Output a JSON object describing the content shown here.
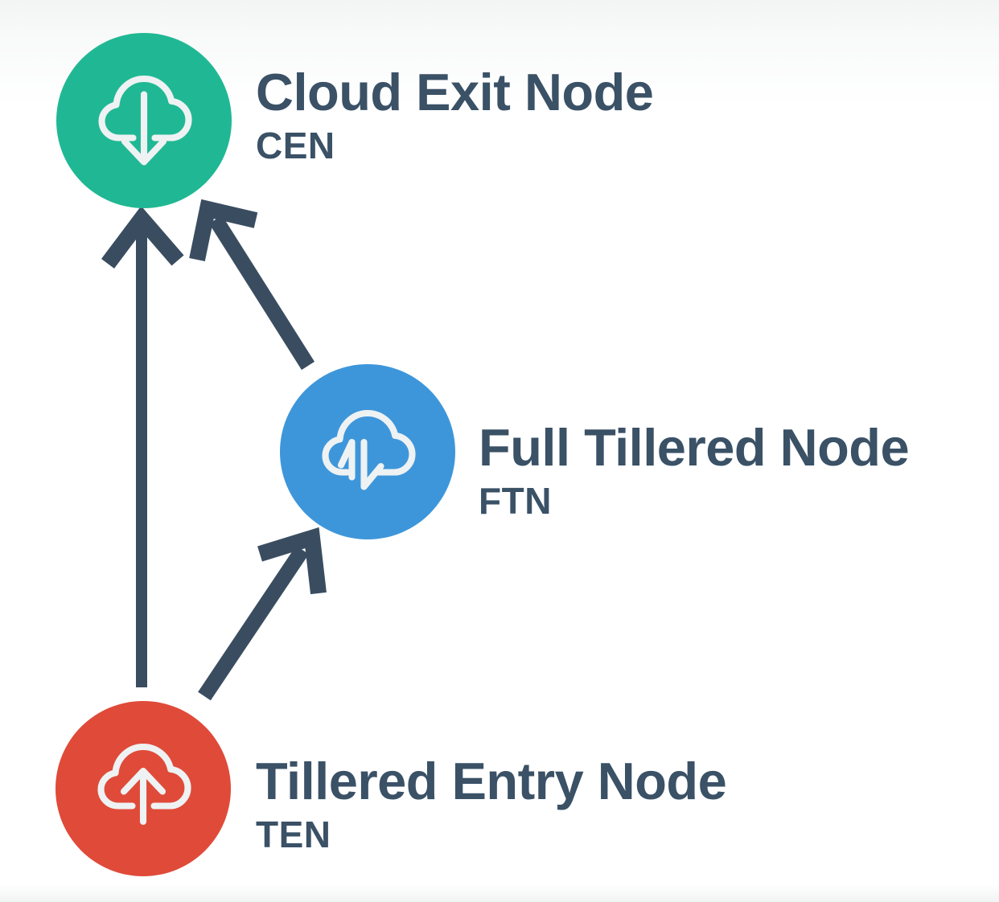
{
  "diagram": {
    "text_color": "#3a5166",
    "arrow_color": "#3a4d60",
    "icon_stroke_color": "#eef2f3",
    "nodes": [
      {
        "id": "cen",
        "label": "Cloud Exit Node",
        "abbr": "CEN",
        "color": "#20b894",
        "icon": "cloud-download-icon"
      },
      {
        "id": "ftn",
        "label": "Full Tillered Node",
        "abbr": "FTN",
        "color": "#3e96da",
        "icon": "cloud-transfer-icon"
      },
      {
        "id": "ten",
        "label": "Tillered Entry Node",
        "abbr": "TEN",
        "color": "#e04a39",
        "icon": "cloud-upload-icon"
      }
    ],
    "edges": [
      {
        "from": "TEN",
        "to": "CEN"
      },
      {
        "from": "FTN",
        "to": "CEN"
      },
      {
        "from": "TEN",
        "to": "FTN"
      }
    ]
  }
}
